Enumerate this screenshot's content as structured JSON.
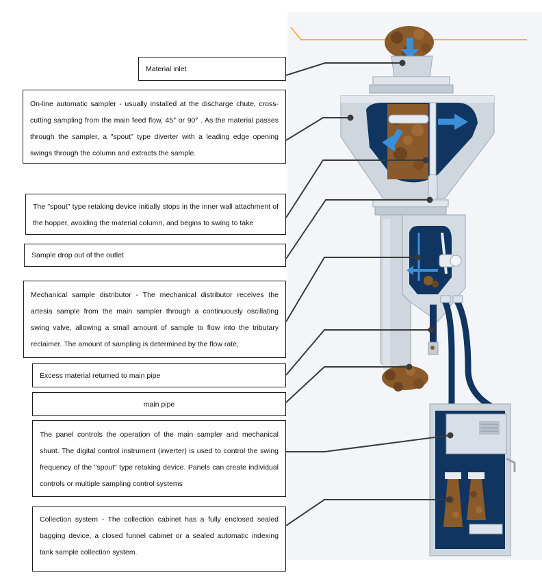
{
  "labels": {
    "inlet": "Material inlet",
    "online_sampler": "On-line automatic sampler - usually installed at the discharge chute, cross-cutting sampling from the main feed flow, 45°  or 90° . As the material passes through the sampler, a \"spout\" type diverter with a leading edge opening swings through the column and extracts the sample.",
    "retaking_device": "The \"spout\" type retaking device initially stops in the inner wall attachment of the hopper, avoiding the material column, and begins to swing to take",
    "sample_drop": "Sample drop out of the outlet",
    "mechanical_distributor": "Mechanical sample distributor - The mechanical distributor receives the artesia sample from the main sampler through a continuously oscillating swing valve, allowing a small amount of sample to flow into the tributary reclaimer. The amount of sampling is determined by the flow rate,",
    "excess_material": "Excess material returned to main pipe",
    "main_pipe": "main pipe",
    "panel_controls": "The panel controls the operation of the main sampler and mechanical shunt. The digital control instrument (inverter) is used to control the swing frequency of the \"spout\" type retaking device. Panels can create individual controls or multiple sampling control systems",
    "collection_system": "Collection system - The collection cabinet has a fully enclosed sealed bagging device, a closed funnel cabinet or a sealed automatic indexing tank sample collection system."
  },
  "colors": {
    "steel": "#cfd6de",
    "steel_dark": "#a9b3be",
    "interior_navy": "#0f3560",
    "material_brown": "#8a5a2b",
    "arrow_blue": "#3b8fd8",
    "leader_line": "#3a3a3a",
    "accent_orange": "#f2b24a"
  }
}
